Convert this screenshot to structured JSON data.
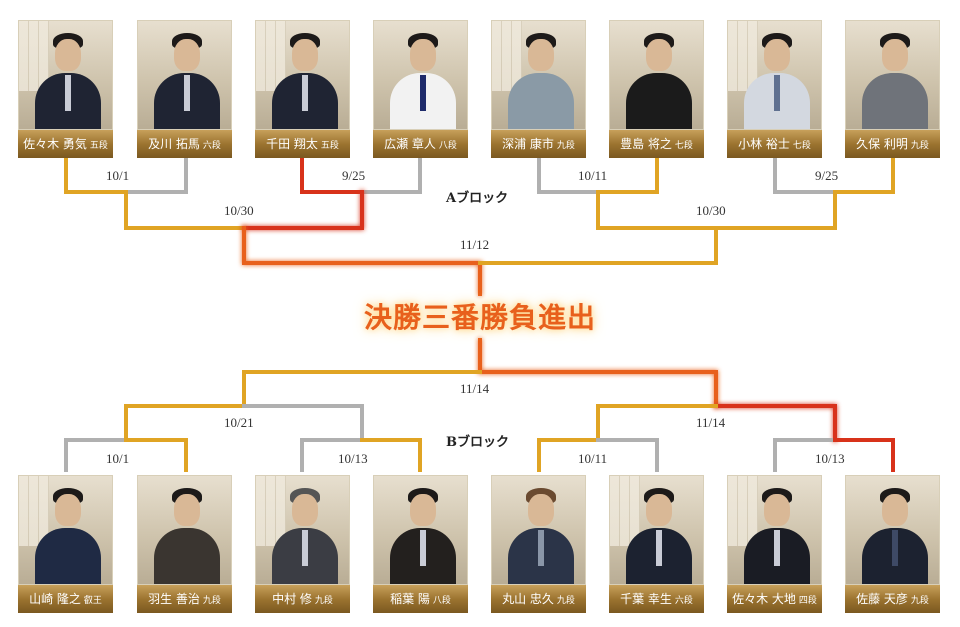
{
  "final_title": "決勝三番勝負進出",
  "block_a": {
    "label": "Aブロック",
    "players": [
      {
        "name": "佐々木 勇気",
        "rank": "五段"
      },
      {
        "name": "及川 拓馬",
        "rank": "六段"
      },
      {
        "name": "千田 翔太",
        "rank": "五段"
      },
      {
        "name": "広瀬 章人",
        "rank": "八段"
      },
      {
        "name": "深浦 康市",
        "rank": "九段"
      },
      {
        "name": "豊島 将之",
        "rank": "七段"
      },
      {
        "name": "小林 裕士",
        "rank": "七段"
      },
      {
        "name": "久保 利明",
        "rank": "九段"
      }
    ],
    "dates": {
      "r1_1": "10/1",
      "r1_2": "9/25",
      "r1_3": "10/11",
      "r1_4": "9/25",
      "r2_1": "10/30",
      "r2_2": "10/30",
      "final": "11/12"
    }
  },
  "block_b": {
    "label": "Bブロック",
    "players": [
      {
        "name": "山崎 隆之",
        "rank": "叡王"
      },
      {
        "name": "羽生 善治",
        "rank": "九段"
      },
      {
        "name": "中村 修",
        "rank": "九段"
      },
      {
        "name": "稲葉 陽",
        "rank": "八段"
      },
      {
        "name": "丸山 忠久",
        "rank": "九段"
      },
      {
        "name": "千葉 幸生",
        "rank": "六段"
      },
      {
        "name": "佐々木 大地",
        "rank": "四段"
      },
      {
        "name": "佐藤 天彦",
        "rank": "九段"
      }
    ],
    "dates": {
      "r1_1": "10/1",
      "r1_2": "10/13",
      "r1_3": "10/11",
      "r1_4": "10/13",
      "r2_1": "10/21",
      "r2_2": "11/14",
      "final": "11/14"
    }
  },
  "colors": {
    "played": "#b0b0b0",
    "gold": "#e0a424",
    "winner": "#d8321a",
    "title": "#e8601c"
  }
}
